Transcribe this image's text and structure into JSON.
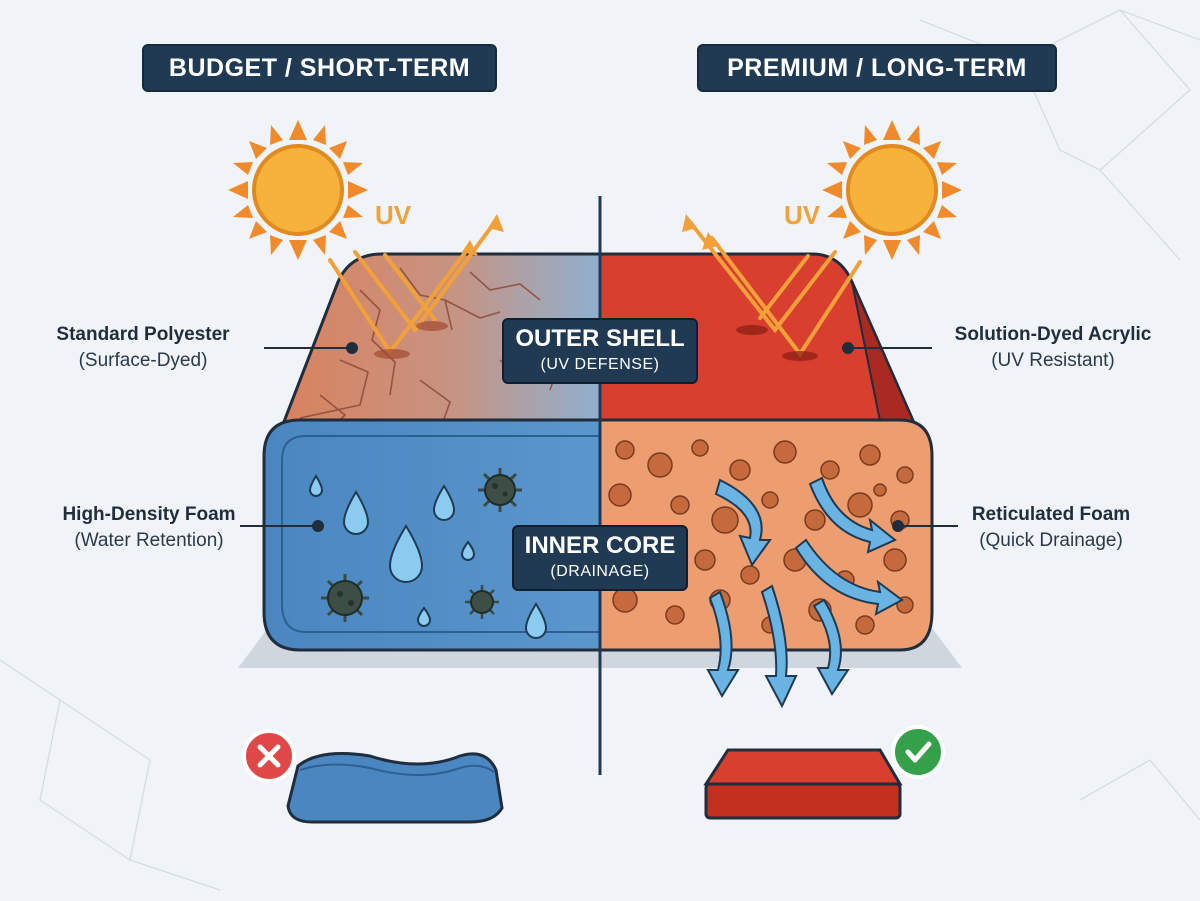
{
  "headers": {
    "left": "BUDGET / SHORT-TERM",
    "right": "PREMIUM / LONG-TERM"
  },
  "uv": {
    "left": "UV",
    "right": "UV"
  },
  "center": {
    "shell_title": "OUTER SHELL",
    "shell_sub": "(UV DEFENSE)",
    "core_title": "INNER CORE",
    "core_sub": "(DRAINAGE)"
  },
  "labels": {
    "left_top_title": "Standard Polyester",
    "left_top_sub": "(Surface-Dyed)",
    "left_bottom_title": "High-Density Foam",
    "left_bottom_sub": "(Water Retention)",
    "right_top_title": "Solution-Dyed Acrylic",
    "right_top_sub": "(UV Resistant)",
    "right_bottom_title": "Reticulated Foam",
    "right_bottom_sub": "(Quick Drainage)"
  },
  "outcomes": {
    "left_status": "fail",
    "right_status": "pass"
  },
  "colors": {
    "header_bg": "#1f3a52",
    "sun": "#f2a13a",
    "budget_shell": "#d9825e",
    "premium_shell": "#d93f2e",
    "budget_foam": "#4a86c0",
    "premium_foam": "#ec9e70",
    "water": "#6ab4e4",
    "fail": "#e04848",
    "pass": "#35a04a"
  },
  "icons": [
    "sun-icon",
    "water-drop-icon",
    "virus-icon",
    "drainage-arrow-icon",
    "close-icon",
    "check-icon"
  ]
}
